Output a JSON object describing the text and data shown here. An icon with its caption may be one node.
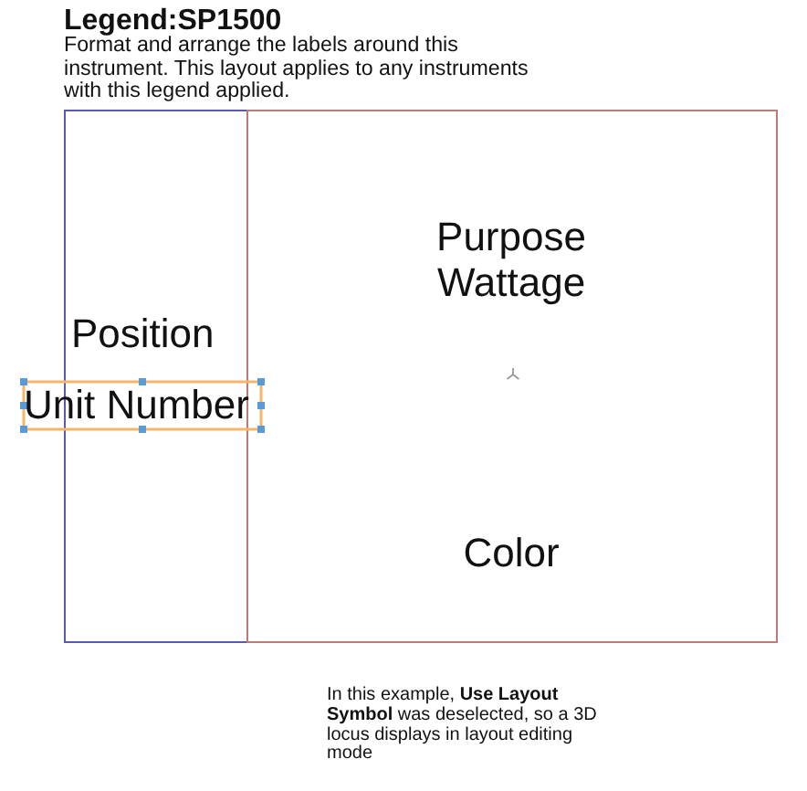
{
  "diagram": {
    "title": "Legend:SP1500",
    "nodes": [
      {
        "text": [
          "Position"
        ]
      },
      {
        "text": [
          "Purpose",
          "Wattage",
          "Color"
        ]
      },
      {
        "text": [
          "Unit Number"
        ]
      }
    ],
    "labels": [
      "Format and arrange the labels around this instrument. This layout applies to any instruments with this legend applied.",
      "In this example, **Use Layout Symbol** was deselected, so a 3D locus displays in layout editing mode"
    ]
  }
}
